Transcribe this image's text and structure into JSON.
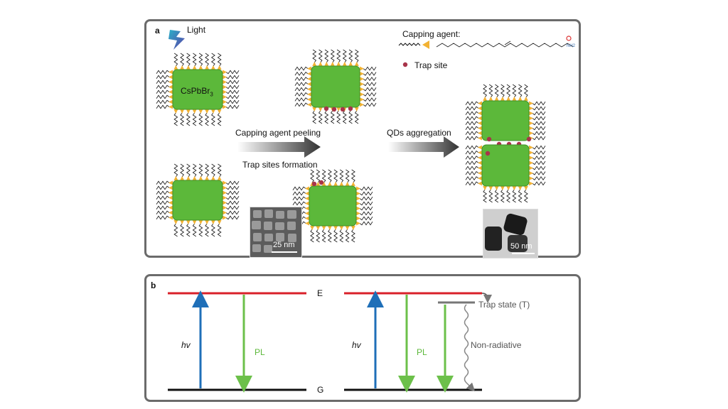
{
  "panel_a": {
    "label": "a",
    "light_label": "Light",
    "capping_agent_label": "Capping agent:",
    "trap_site_label": "Trap site",
    "crystal_label": "CsPbBr",
    "crystal_subscript": "3",
    "amine_label": "NH",
    "amine_subscript": "2",
    "arrow1_top_label": "Capping agent peeling",
    "arrow1_bottom_label": "Trap sites formation",
    "arrow2_label": "QDs aggregation",
    "scalebar1_label": "25 nm",
    "scalebar2_label": "50 nm",
    "colors": {
      "crystal": "#5cb83a",
      "ligand_head": "#f2b233",
      "trap": "#a8344a"
    }
  },
  "panel_b": {
    "label": "b",
    "level_E": "E",
    "level_G": "G",
    "hv_left": "hv",
    "pl_left": "PL",
    "hv_right": "hv",
    "pl_right": "PL",
    "trap_state_label": "Trap state (T)",
    "nonradiative_label": "Non-radiative",
    "colors": {
      "E_line": "#d9202a",
      "G_line": "#111111",
      "absorption": "#1f6fb8",
      "pl": "#6cc04a",
      "trap": "#777777"
    }
  }
}
